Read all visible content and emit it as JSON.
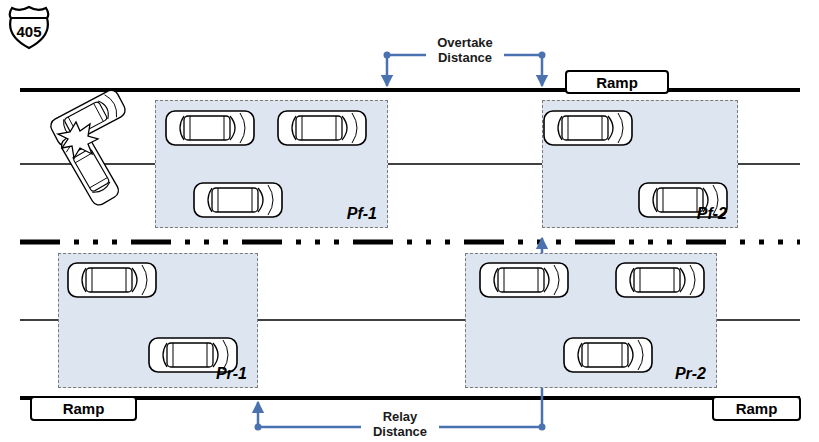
{
  "diagram": {
    "nodes": [
      {
        "text": [
          "405"
        ]
      },
      {
        "text": [
          "Ramp"
        ]
      },
      {
        "text": [
          "Pf-1"
        ]
      },
      {
        "text": [
          "Pf-2"
        ]
      },
      {
        "text": [
          "Pr-1"
        ]
      },
      {
        "text": [
          "Pr-2"
        ]
      },
      {
        "text": [
          "Ramp"
        ]
      },
      {
        "text": [
          "Ramp"
        ]
      }
    ],
    "labels": [
      "Overtake Distance",
      "Relay Distance"
    ]
  }
}
